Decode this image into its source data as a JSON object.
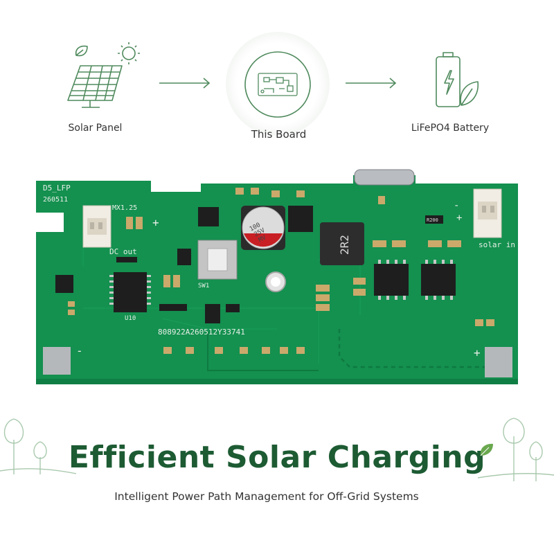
{
  "flow": {
    "step1": {
      "label": "Solar Panel",
      "icon": "solar-panel-icon"
    },
    "step2": {
      "label": "This Board",
      "icon": "circuit-board-icon"
    },
    "step3": {
      "label": "LiFePO4 Battery",
      "icon": "battery-leaf-icon"
    }
  },
  "board": {
    "id_label": "D5_LFP",
    "date_label": "260511",
    "connector_label": "MX1.25",
    "dc_out_label": "DC out",
    "solar_in_label": "solar in",
    "capacitor_label_1": "100",
    "capacitor_label_2": "25V",
    "capacitor_label_3": "MV",
    "inductor_label": "2R2",
    "ic_label": "U10",
    "switch_label": "SW1",
    "resistor_label": "R200",
    "serial_label": "808922A260512Y33741",
    "plus_label": "+",
    "minus_label": "-"
  },
  "headline": "Efficient Solar Charging",
  "subline": "Intelligent Power Path Management for Off-Grid Systems",
  "colors": {
    "brand_green": "#1d5b33",
    "icon_green": "#4f8a5d",
    "pcb_green": "#14904f",
    "pcb_dark": "#0d7a40"
  }
}
